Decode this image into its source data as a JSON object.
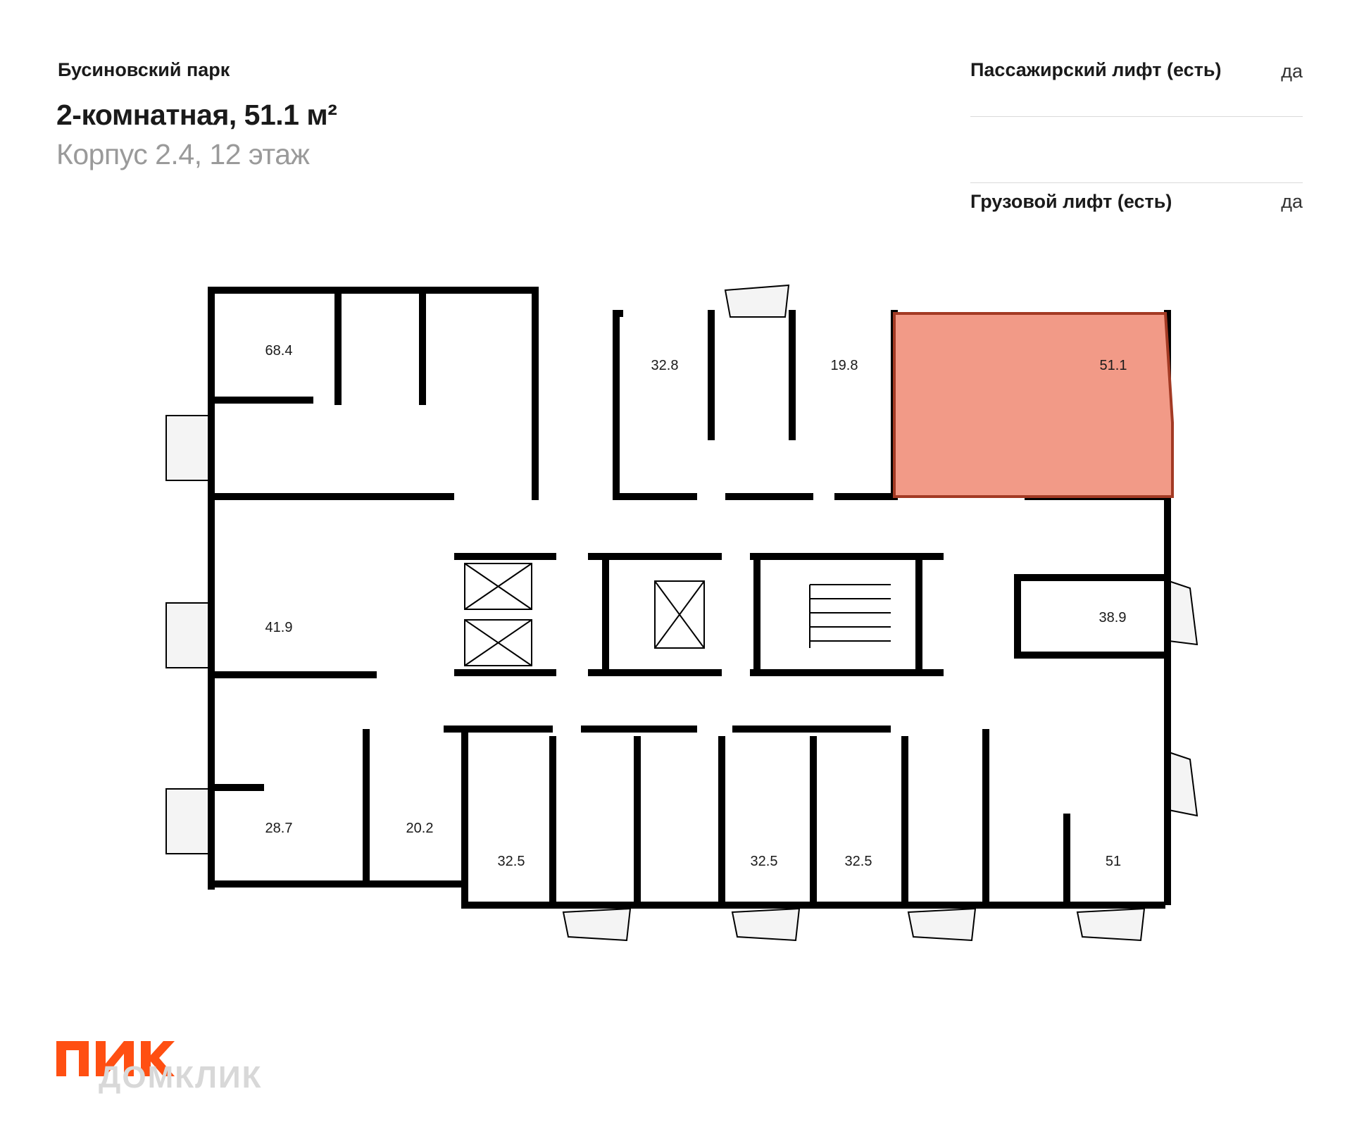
{
  "header": {
    "project": "Бусиновский парк",
    "title": "2-комнатная, 51.1 м²",
    "subtitle": "Корпус 2.4, 12 этаж"
  },
  "features": [
    {
      "label": "Пассажирский лифт (есть)",
      "value": "да"
    },
    {
      "label": "Грузовой лифт (есть)",
      "value": "да"
    }
  ],
  "apartments": [
    {
      "area": "68.4"
    },
    {
      "area": "32.8"
    },
    {
      "area": "19.8"
    },
    {
      "area": "51.1"
    },
    {
      "area": "41.9"
    },
    {
      "area": "38.9"
    },
    {
      "area": "28.7"
    },
    {
      "area": "20.2"
    },
    {
      "area": "32.5"
    },
    {
      "area": "32.5"
    },
    {
      "area": "32.5"
    },
    {
      "area": "51"
    }
  ],
  "highlight_color": "#f29a87",
  "highlight_border": "#a33a24",
  "brand": {
    "logo_text": "ПИК",
    "logo_color": "#ff4f12",
    "watermark": "ДОМКЛИК"
  }
}
